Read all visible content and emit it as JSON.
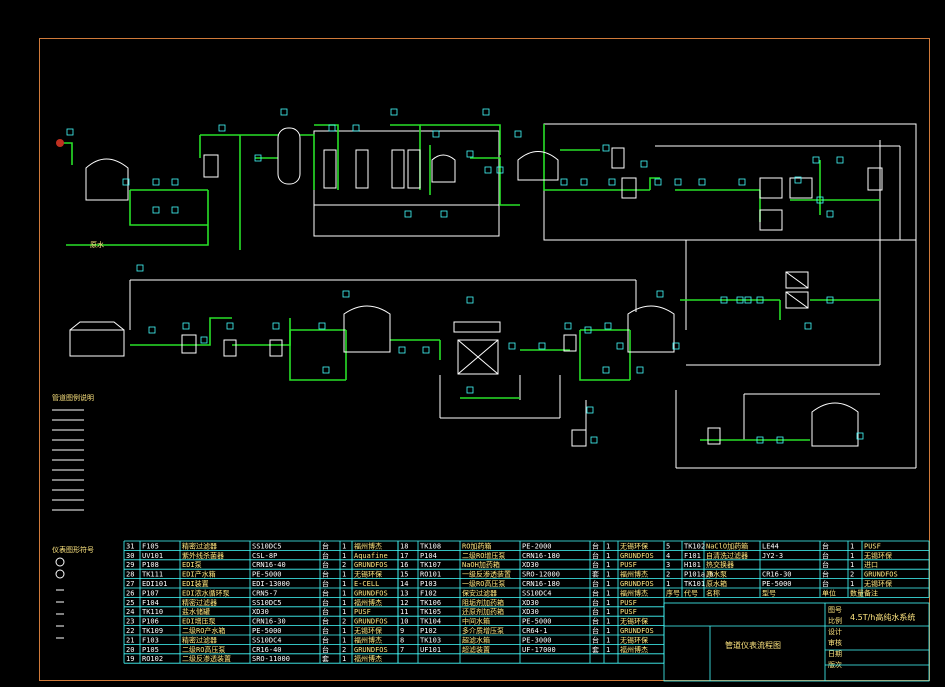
{
  "drawing": {
    "title": "管道仪表流程图",
    "project": "4.5T/h高纯水系统",
    "label_water": "原水",
    "legend_pipes_title": "管道图例说明",
    "legend_symbols_title": "仪表图形符号"
  },
  "colors": {
    "frame": "#d07a3a",
    "pipe_main": "#28e028",
    "pipe_aux": "#ffffff",
    "instrument": "#4ff0ff",
    "table_line": "#4ff0ff",
    "text_yellow": "#ffe680"
  },
  "equipment_table": {
    "rows_left": [
      [
        "31",
        "F105",
        "精密过滤器",
        "SS10DC5",
        "台",
        "1",
        "福州博杰"
      ],
      [
        "30",
        "UV101",
        "紫外线杀菌器",
        "CSL-8P",
        "台",
        "1",
        "Aquafine"
      ],
      [
        "29",
        "P108",
        "EDI泵",
        "CRN16-40",
        "台",
        "2",
        "GRUNDFOS"
      ],
      [
        "28",
        "TK111",
        "EDI产水箱",
        "PE-5000",
        "台",
        "1",
        "无锡环保"
      ],
      [
        "27",
        "EDI101",
        "EDI装置",
        "EDI-13000",
        "台",
        "1",
        "E-CELL"
      ],
      [
        "26",
        "P107",
        "EDI浓水循环泵",
        "CRN5-7",
        "台",
        "1",
        "GRUNDFOS"
      ],
      [
        "25",
        "F104",
        "精密过滤器",
        "SS10DC5",
        "台",
        "1",
        "福州博杰"
      ],
      [
        "24",
        "TK110",
        "盐水储罐",
        "XD30",
        "台",
        "1",
        "PUSF"
      ],
      [
        "23",
        "P106",
        "EDI增压泵",
        "CRN16-30",
        "台",
        "2",
        "GRUNDFOS"
      ],
      [
        "22",
        "TK109",
        "二级RO产水箱",
        "PE-5000",
        "台",
        "1",
        "无锡环保"
      ],
      [
        "21",
        "F103",
        "精密过滤器",
        "SS10DC4",
        "台",
        "1",
        "福州博杰"
      ],
      [
        "20",
        "P105",
        "二级RO高压泵",
        "CR16-40",
        "台",
        "2",
        "GRUNDFOS"
      ],
      [
        "19",
        "RO102",
        "二级反渗透装置",
        "SRO-11000",
        "套",
        "1",
        "福州博杰"
      ]
    ],
    "rows_mid": [
      [
        "18",
        "TK108",
        "RO加药箱",
        "PE-2000",
        "台",
        "1",
        "无锡环保"
      ],
      [
        "17",
        "P104",
        "二级RO增压泵",
        "CRN16-180",
        "台",
        "1",
        "GRUNDFOS"
      ],
      [
        "16",
        "TK107",
        "NaOH加药箱",
        "XD30",
        "台",
        "1",
        "PUSF"
      ],
      [
        "15",
        "RO101",
        "一级反渗透装置",
        "SRO-12000",
        "套",
        "1",
        "福州博杰"
      ],
      [
        "14",
        "P103",
        "一级RO高压泵",
        "CRN16-180",
        "台",
        "1",
        "GRUNDFOS"
      ],
      [
        "13",
        "F102",
        "保安过滤器",
        "SS10DC4",
        "台",
        "1",
        "福州博杰"
      ],
      [
        "12",
        "TK106",
        "阻垢剂加药箱",
        "XD30",
        "台",
        "1",
        "PUSF"
      ],
      [
        "11",
        "TK105",
        "还原剂加药箱",
        "XD30",
        "台",
        "1",
        "PUSF"
      ],
      [
        "10",
        "TK104",
        "中间水箱",
        "PE-5000",
        "台",
        "1",
        "无锡环保"
      ],
      [
        "9",
        "P102",
        "多介质增压泵",
        "CR64-1",
        "台",
        "1",
        "GRUNDFOS"
      ],
      [
        "8",
        "TK103",
        "超滤水箱",
        "PE-3000",
        "台",
        "1",
        "无锡环保"
      ],
      [
        "7",
        "UF101",
        "超滤装置",
        "UF-17000",
        "套",
        "1",
        "福州博杰"
      ]
    ],
    "rows_right": [
      [
        "5",
        "TK102",
        "NaClO加药箱",
        "LE44",
        "台",
        "1",
        "PUSF"
      ],
      [
        "4",
        "F101",
        "自清洗过滤器",
        "JY2-3",
        "台",
        "1",
        "无锡环保"
      ],
      [
        "3",
        "H101",
        "热交换器",
        "",
        "台",
        "1",
        "进口"
      ],
      [
        "2",
        "P101a,b",
        "原水泵",
        "CR16-30",
        "台",
        "2",
        "GRUNDFOS"
      ],
      [
        "1",
        "TK101",
        "原水箱",
        "PE-5000",
        "台",
        "1",
        "无锡环保"
      ]
    ],
    "header_right": [
      "序号",
      "代号",
      "名称",
      "型号",
      "单位",
      "数量",
      "备注"
    ],
    "title_block_labels": [
      "图号",
      "比例",
      "设计",
      "审核",
      "日期",
      "版次"
    ]
  }
}
